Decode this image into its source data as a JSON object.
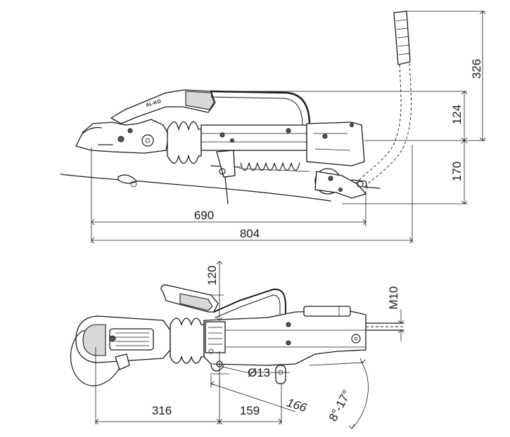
{
  "brand": "AL-KO",
  "side_view": {
    "dimensions": {
      "handle_height": "326",
      "upper_height": "124",
      "lower_height": "170",
      "partial_length": "690",
      "total_length": "804"
    }
  },
  "top_view": {
    "dimensions": {
      "offset_120": "120",
      "thread": "M10",
      "hole": "Ø13",
      "front_length": "316",
      "hole_spacing": "159",
      "slot_distance": "166",
      "angle_range": "8°-17°"
    }
  }
}
